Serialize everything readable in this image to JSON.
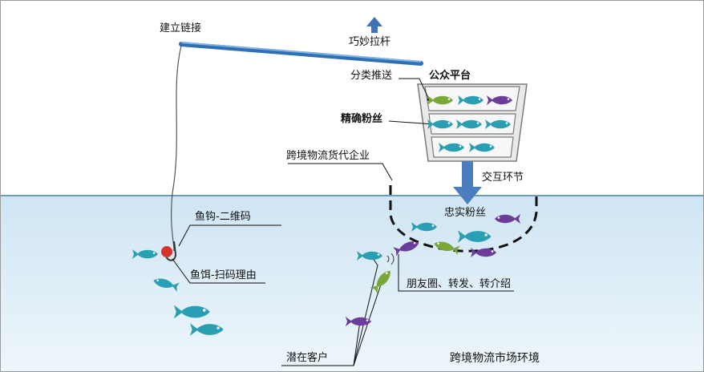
{
  "labels": {
    "link": "建立链接",
    "lever": "巧妙拉杆",
    "platform": "公众平台",
    "push": "分类推送",
    "precise_fans": "精确粉丝",
    "logistics": "跨境物流货代企业",
    "interaction": "交互环节",
    "loyal_fans": "忠实粉丝",
    "hook": "鱼钩-二维码",
    "bait": "鱼饵-扫码理由",
    "moments": "朋友圈、转发、转介绍",
    "potential": "潜在客户",
    "market": "跨境物流市场环境"
  },
  "colors": {
    "water": "#dcecf7",
    "teal_fish": "#2a9fb3",
    "purple_fish": "#6b3c9a",
    "green_fish": "#7aa73a",
    "rod": "#3c7fc4",
    "arrow": "#4a7dbf"
  }
}
